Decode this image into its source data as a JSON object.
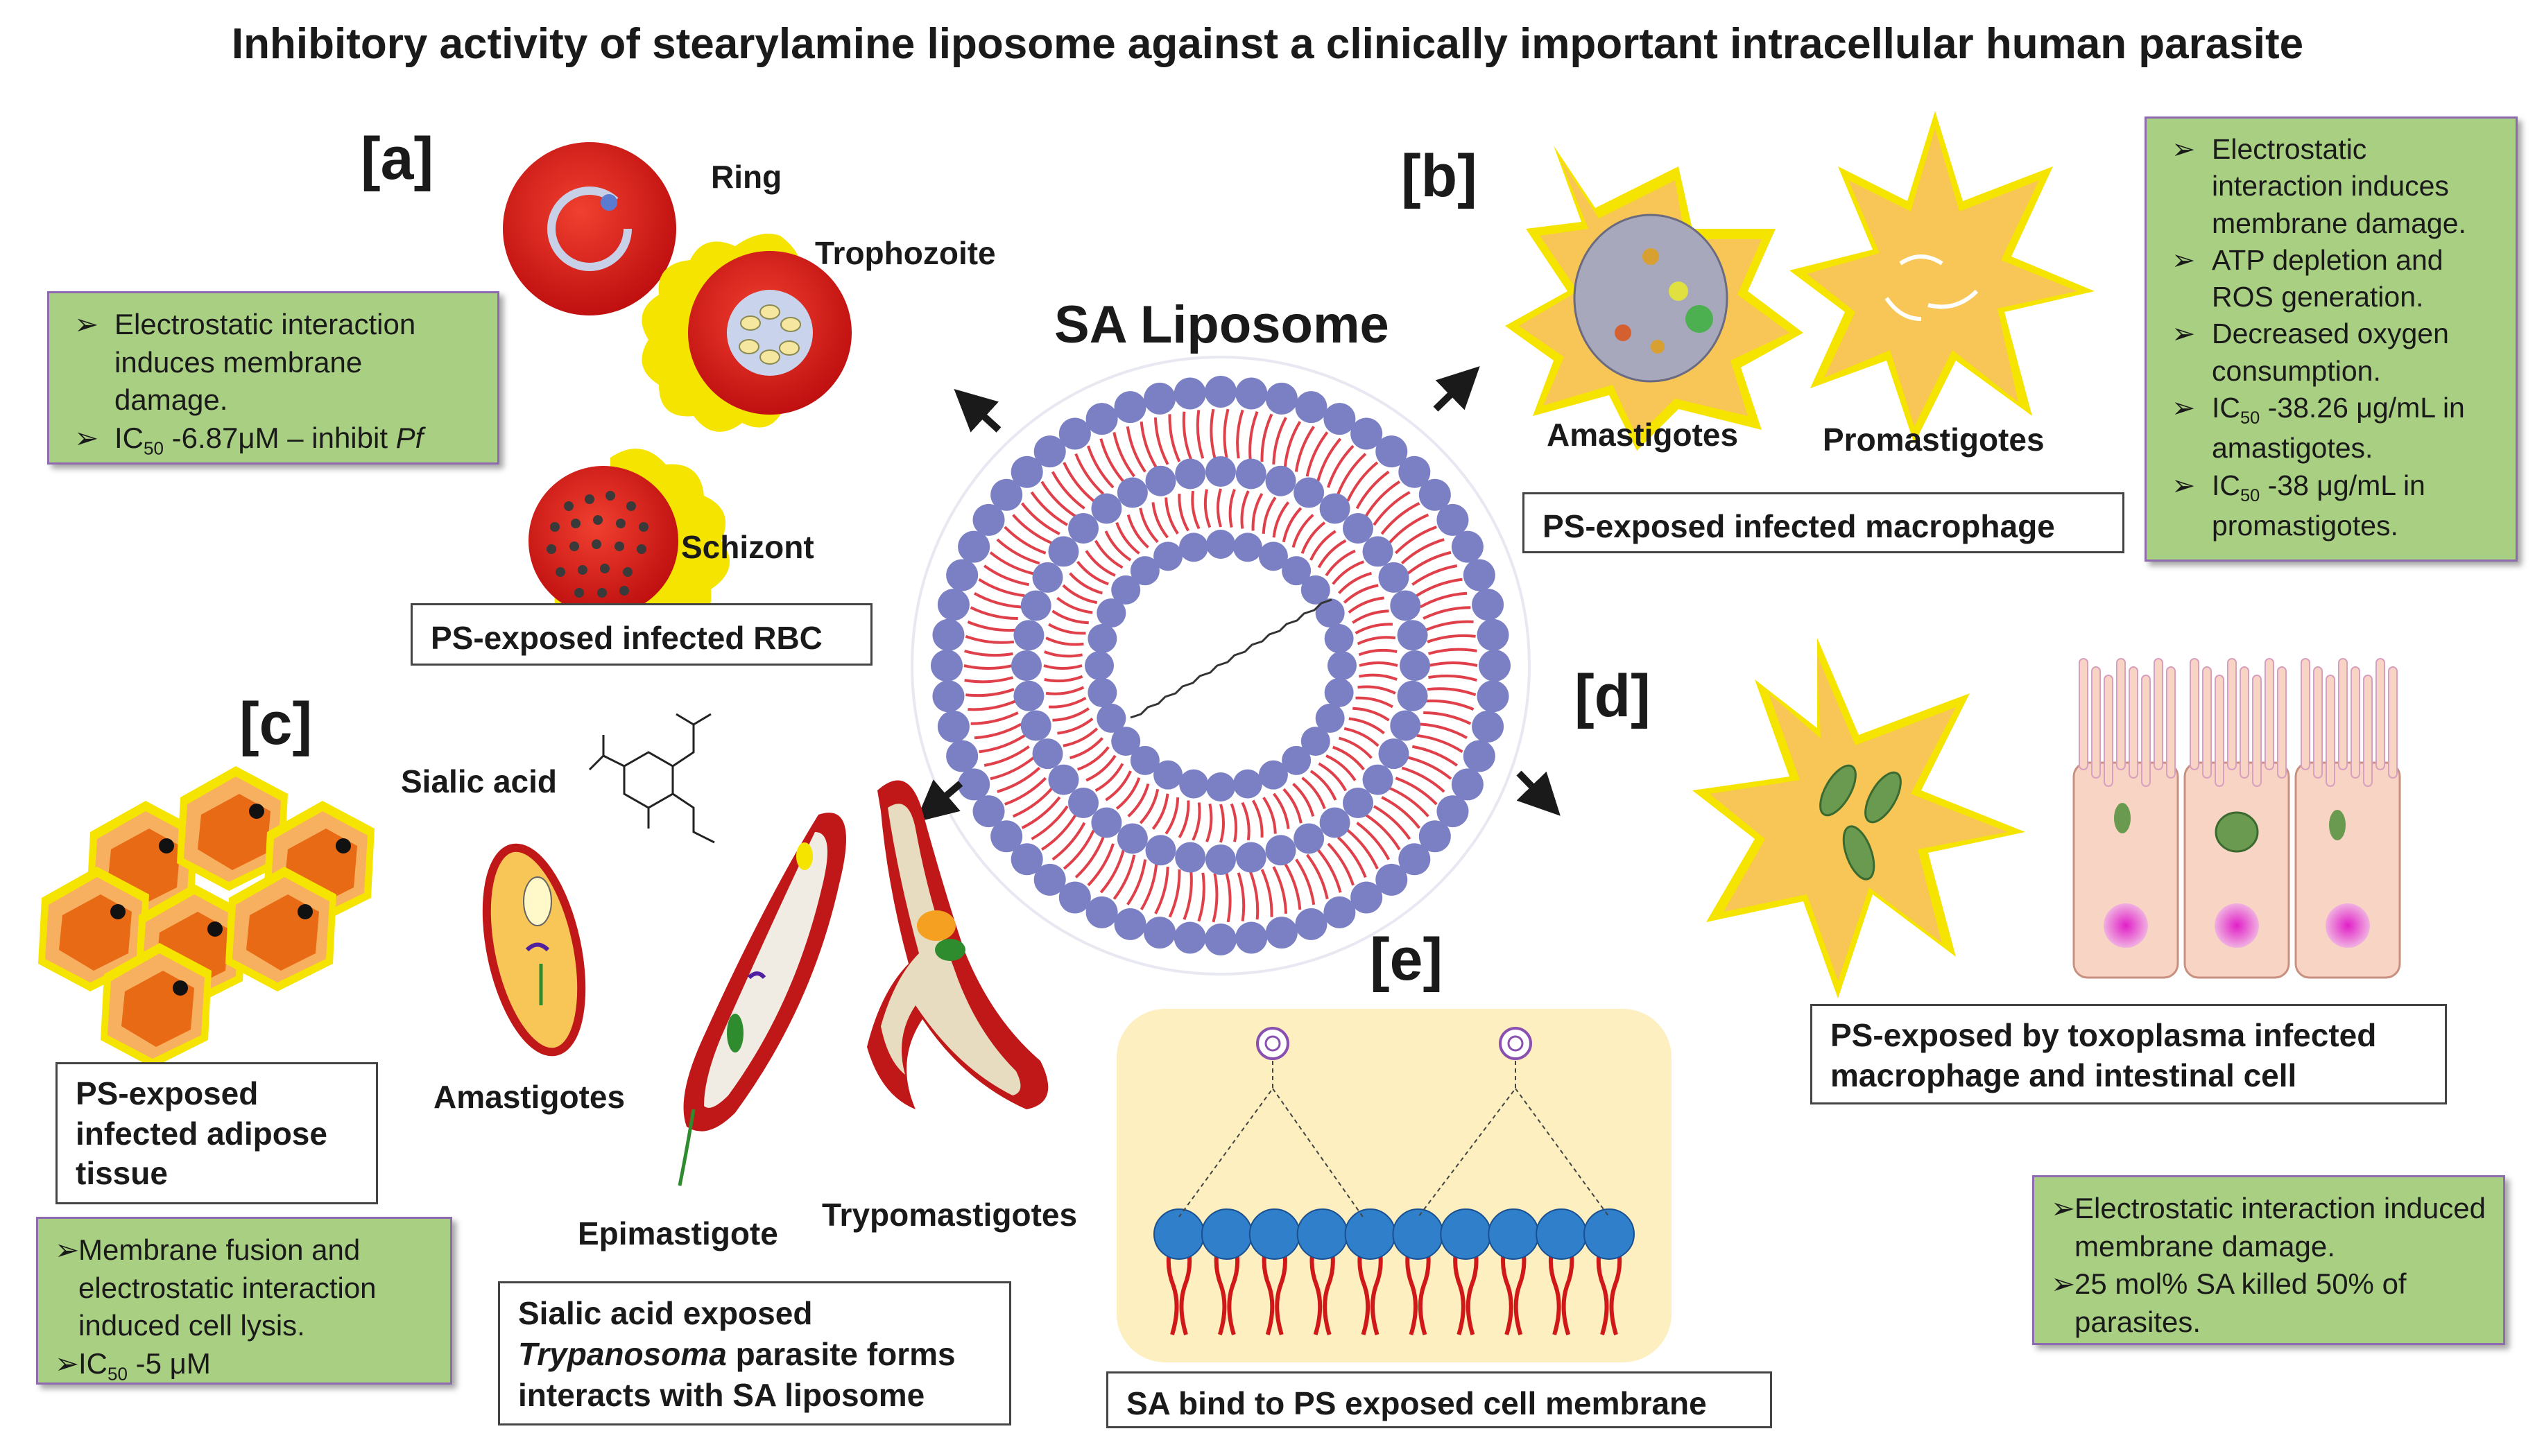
{
  "title": "Inhibitory activity of stearylamine liposome against a clinically important intracellular human parasite",
  "center": {
    "label": "SA Liposome"
  },
  "panel_a": {
    "label": "[a]",
    "stages": [
      "Ring",
      "Trophozoite",
      "Schizont"
    ],
    "box_label": "PS-exposed infected RBC",
    "notes": {
      "line1": "Electrostatic interaction induces membrane damage.",
      "ic_prefix": "IC",
      "ic_sub": "50",
      "ic_value": " -6.87μM – inhibit ",
      "ic_italic": "Pf"
    }
  },
  "panel_b": {
    "label": "[b]",
    "forms": [
      "Amastigotes",
      "Promastigotes"
    ],
    "box_label": "PS-exposed infected macrophage",
    "notes": {
      "line1": "Electrostatic interaction induces membrane damage.",
      "line2": "ATP depletion and ROS generation.",
      "line3": "Decreased oxygen consumption.",
      "ic_prefix": "IC",
      "ic_sub": "50",
      "ic1_value": " -38.26 μg/mL in amastigotes.",
      "ic2_value": " -38 μg/mL in promastigotes."
    }
  },
  "panel_c": {
    "label": "[c]",
    "sialic_acid": "Sialic acid",
    "forms": [
      "Amastigotes",
      "Epimastigote",
      "Trypomastigotes"
    ],
    "box_label": "PS-exposed infected adipose tissue",
    "trypanosoma_box": {
      "line1": "Sialic acid exposed",
      "italic": "Trypanosoma",
      "line2_rest": " parasite forms interacts with SA liposome"
    },
    "notes": {
      "line1": "Membrane fusion and electrostatic interaction induced cell lysis.",
      "ic_prefix": "IC",
      "ic_sub": "50",
      "ic_value": " -5 μM"
    }
  },
  "panel_d": {
    "label": "[d]",
    "box_label": "PS-exposed by toxoplasma infected macrophage and intestinal cell",
    "notes": {
      "line1": "Electrostatic interaction induced membrane damage.",
      "line2": "25 mol% SA killed 50% of parasites."
    }
  },
  "panel_e": {
    "label": "[e]",
    "box_label": "SA bind to PS exposed cell membrane"
  },
  "colors": {
    "note_bg": "#a9cf82",
    "note_border": "#8e6bb0",
    "rbc_red": "#d8201c",
    "halo_yellow": "#f5e400",
    "lipid_head": "#7b80c4",
    "lipid_tail": "#e0404a",
    "macrophage": "#f8c557",
    "membrane_bg": "#fdefc0",
    "head_blue": "#2f7fcb"
  }
}
